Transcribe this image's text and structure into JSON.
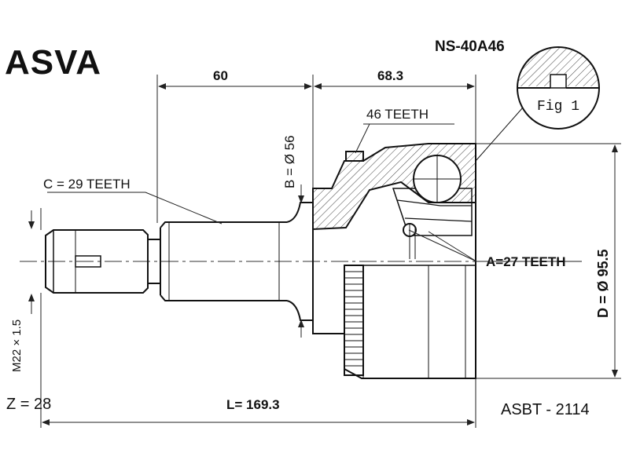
{
  "brand": "ASVA",
  "part_number": "NS-40A46",
  "reference": "ASBT - 2114",
  "figure_label": "Fig 1",
  "dimensions": {
    "length_left": "60",
    "length_right": "68.3",
    "total_length": "L= 169.3",
    "bore_diameter": "B = Ø 56",
    "outer_diameter": "D = Ø 95.5",
    "thread": "M22 × 1.5"
  },
  "teeth": {
    "abs_ring": "46 TEETH",
    "outer_spline": "C = 29 TEETH",
    "inner_spline": "A=27 TEETH",
    "z_count": "Z = 28"
  }
}
